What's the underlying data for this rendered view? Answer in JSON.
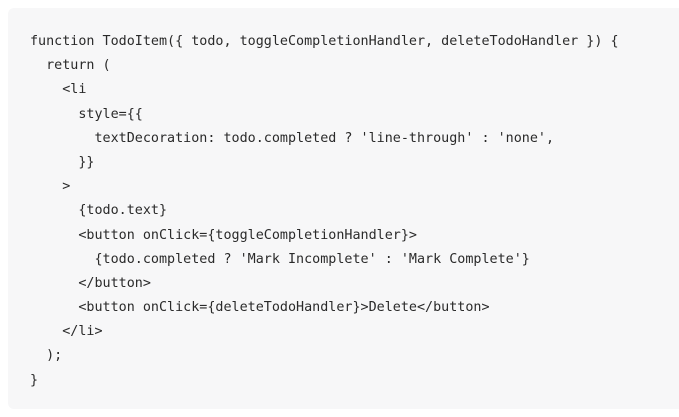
{
  "code_block": {
    "lines": [
      "function TodoItem({ todo, toggleCompletionHandler, deleteTodoHandler }) {",
      "  return (",
      "    <li",
      "      style={{",
      "        textDecoration: todo.completed ? 'line-through' : 'none',",
      "      }}",
      "    >",
      "      {todo.text}",
      "      <button onClick={toggleCompletionHandler}>",
      "        {todo.completed ? 'Mark Incomplete' : 'Mark Complete'}",
      "      </button>",
      "      <button onClick={deleteTodoHandler}>Delete</button>",
      "    </li>",
      "  );",
      "}"
    ]
  }
}
